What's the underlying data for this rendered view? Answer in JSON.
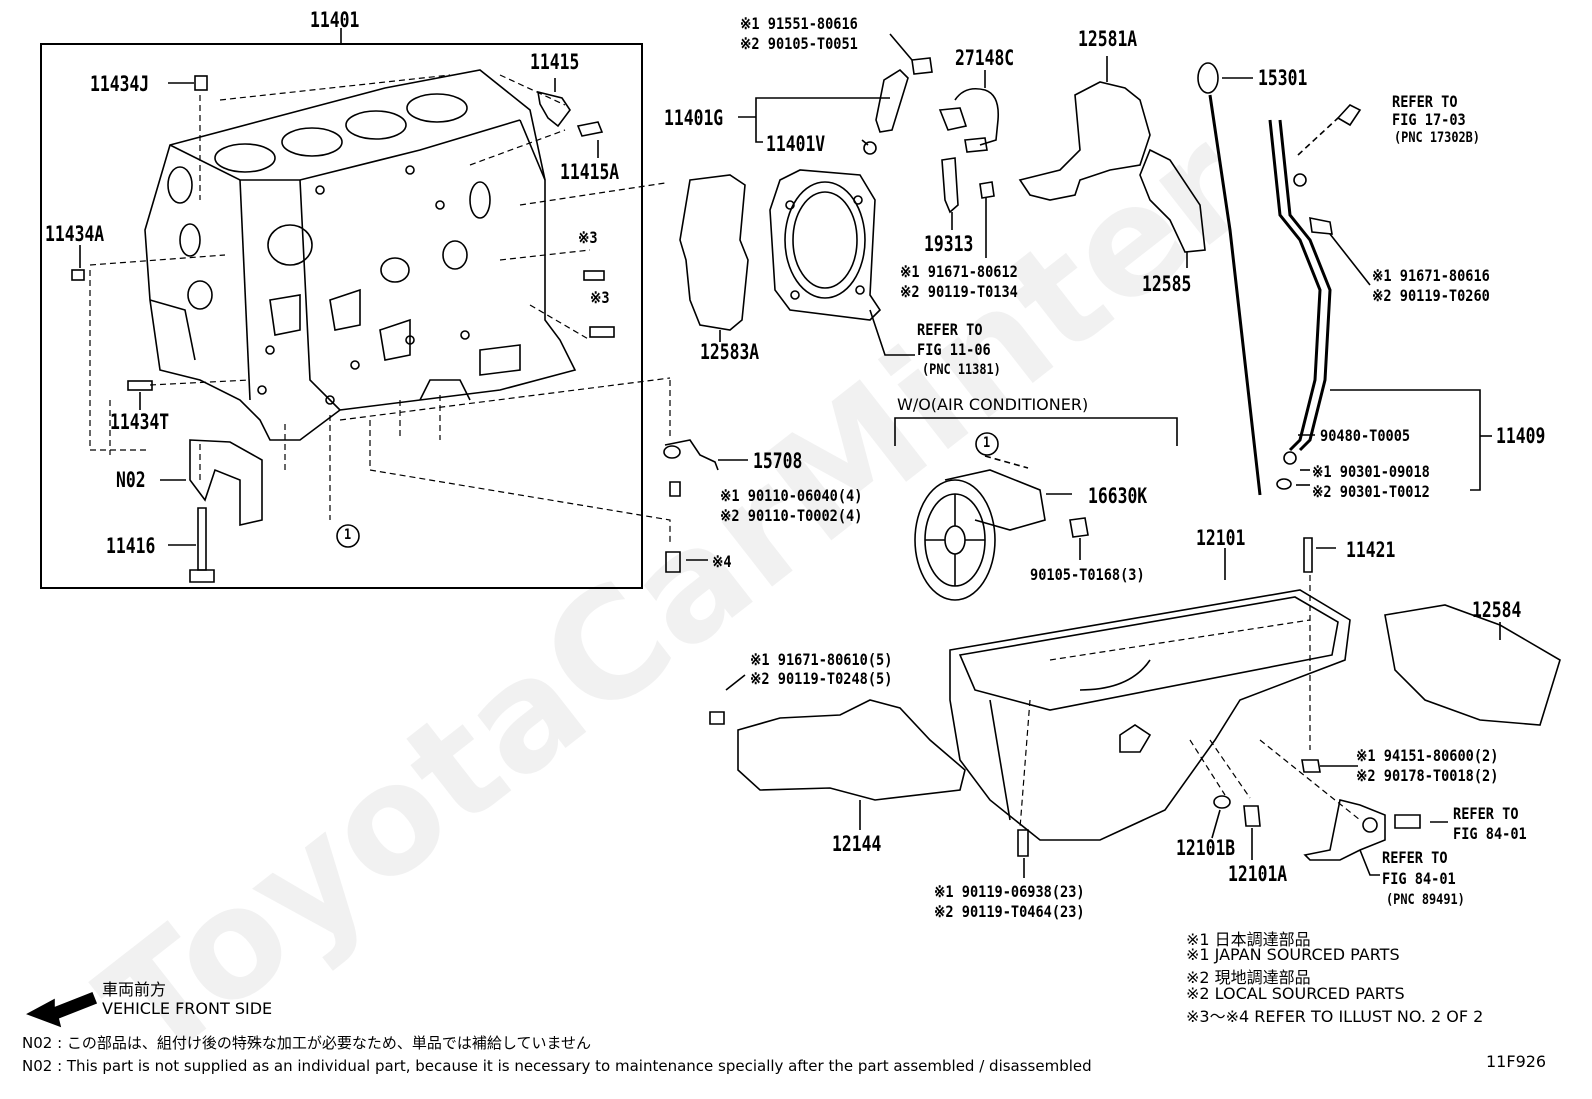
{
  "watermark": "ToyotaCarMinter",
  "figure_code": "11F926",
  "parts": {
    "p11401": "11401",
    "p11434J": "11434J",
    "p11415": "11415",
    "p11415A": "11415A",
    "p11434A": "11434A",
    "p11434T": "11434T",
    "pN02": "N02",
    "p11416": "11416",
    "mark3a": "※3",
    "mark3b": "※3",
    "mark4": "※4",
    "circle1a": "1",
    "circle1b": "1",
    "p11401G": "11401G",
    "p11401V": "11401V",
    "b1_1": "※1 91551-80616",
    "b1_2": "※2 90105-T0051",
    "p27148C": "27148C",
    "p19313": "19313",
    "b2_1": "※1 91671-80612",
    "b2_2": "※2 90119-T0134",
    "p12581A": "12581A",
    "p12585": "12585",
    "p12583A": "12583A",
    "ref1106_1": "REFER TO",
    "ref1106_2": "FIG 11-06",
    "ref1106_3": "(PNC 11381)",
    "p15301": "15301",
    "ref1703_1": "REFER TO",
    "ref1703_2": "FIG 17-03",
    "ref1703_3": "(PNC 17302B)",
    "b3_1": "※1 91671-80616",
    "b3_2": "※2 90119-T0260",
    "p15708": "15708",
    "b4_1": "※1 90110-06040(4)",
    "b4_2": "※2 90110-T0002(4)",
    "woac": "W/O(AIR CONDITIONER)",
    "p16630K": "16630K",
    "b5": "90105-T0168(3)",
    "p90480": "90480-T0005",
    "p11409": "11409",
    "b6_1": "※1 90301-09018",
    "b6_2": "※2 90301-T0012",
    "p12101": "12101",
    "p11421": "11421",
    "p12584": "12584",
    "b7_1": "※1 91671-80610(5)",
    "b7_2": "※2 90119-T0248(5)",
    "p12144": "12144",
    "b8_1": "※1 94151-80600(2)",
    "b8_2": "※2 90178-T0018(2)",
    "ref8401a_1": "REFER TO",
    "ref8401a_2": "FIG 84-01",
    "ref8401b_1": "REFER TO",
    "ref8401b_2": "FIG 84-01",
    "ref8401b_3": "(PNC 89491)",
    "p12101B": "12101B",
    "p12101A": "12101A",
    "b9_1": "※1 90119-06938(23)",
    "b9_2": "※2 90119-T0464(23)"
  },
  "legend": {
    "l1": "※1  日本調達部品",
    "l2": "※1  JAPAN SOURCED PARTS",
    "l3": "※2  現地調達部品",
    "l4": "※2  LOCAL SOURCED PARTS",
    "l5": "※3～※4  REFER TO ILLUST NO. 2 OF 2"
  },
  "front": {
    "jp": "車両前方",
    "en": "VEHICLE FRONT SIDE"
  },
  "notes": {
    "jp": "N02 : この部品は、組付け後の特殊な加工が必要なため、単品では補給していません",
    "en": "N02 : This part is not supplied as an individual part, because it is necessary to maintenance specially after the part assembled / disassembled"
  }
}
